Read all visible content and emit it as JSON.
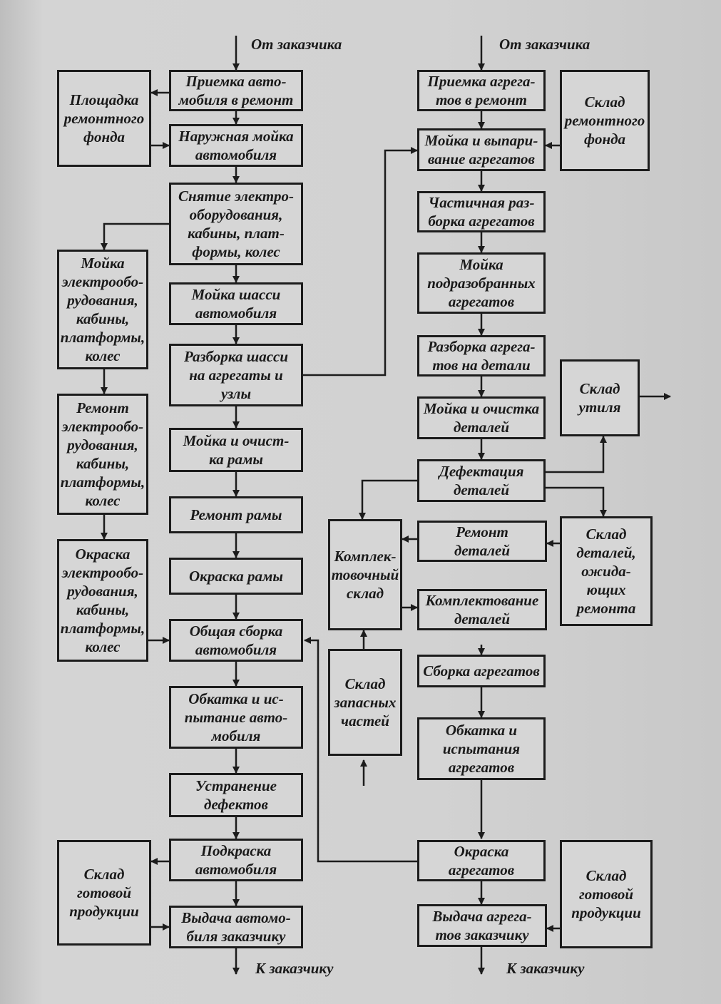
{
  "labels": {
    "from_customer": "От заказчика",
    "to_customer": "К заказчику"
  },
  "vehicle_line": {
    "accept": "Приемка авто-\nмобиля в ремонт",
    "outer_wash": "Наружная мойка\nавтомобиля",
    "remove_equipment": "Снятие электро-\nоборудования,\nкабины, плат-\nформы, колес",
    "chassis_wash": "Мойка шасси\nавтомобиля",
    "chassis_disassembly": "Разборка шасси\nна агрегаты и\nузлы",
    "frame_wash": "Мойка и очист-\nка рамы",
    "frame_repair": "Ремонт рамы",
    "frame_paint": "Окраска рамы",
    "general_assembly": "Общая сборка\nавтомобиля",
    "run_in": "Обкатка и ис-\nпытание авто-\nмобиля",
    "defects_fix": "Устранение\nдефектов",
    "touch_up": "Подкраска\nавтомобиля",
    "delivery": "Выдача автомо-\nбиля заказчику"
  },
  "left_side": {
    "repair_fund_site": "Площадка\nремонтного\nфонда",
    "equipment_wash": "Мойка\nэлектрообо-\nрудования,\nкабины,\nплатформы,\nколес",
    "equipment_repair": "Ремонт\nэлектрообо-\nрудования,\nкабины,\nплатформы,\nколес",
    "equipment_paint": "Окраска\nэлектрообо-\nрудования,\nкабины,\nплатформы,\nколес",
    "finished_goods": "Склад\nготовой\nпродукции"
  },
  "unit_line": {
    "accept": "Приемка агрега-\nтов в ремонт",
    "wash_steam": "Мойка и выпари-\nвание агрегатов",
    "partial_disassembly": "Частичная раз-\nборка агрегатов",
    "partial_wash": "Мойка\nподразобранных\nагрегатов",
    "parts_disassembly": "Разборка агрега-\nтов на детали",
    "parts_wash": "Мойка и очистка\nдеталей",
    "inspection": "Дефектация\nдеталей",
    "parts_repair": "Ремонт\nдеталей",
    "kitting": "Комплектование\nдеталей",
    "unit_assembly": "Сборка агрегатов",
    "unit_run_in": "Обкатка и\nиспытания\nагрегатов",
    "unit_paint": "Окраска\nагрегатов",
    "unit_delivery": "Выдача агрега-\nтов заказчику"
  },
  "right_side": {
    "repair_fund_store": "Склад\nремонтного\nфонда",
    "scrap_store": "Склад\nутиля",
    "kitting_store": "Комплек-\nтовочный\nсклад",
    "spare_parts_store": "Склад\nзапасных\nчастей",
    "awaiting_repair_store": "Склад\nдеталей,\nожида-\nющих\nремонта",
    "finished_goods": "Склад\nготовой\nпродукции"
  }
}
